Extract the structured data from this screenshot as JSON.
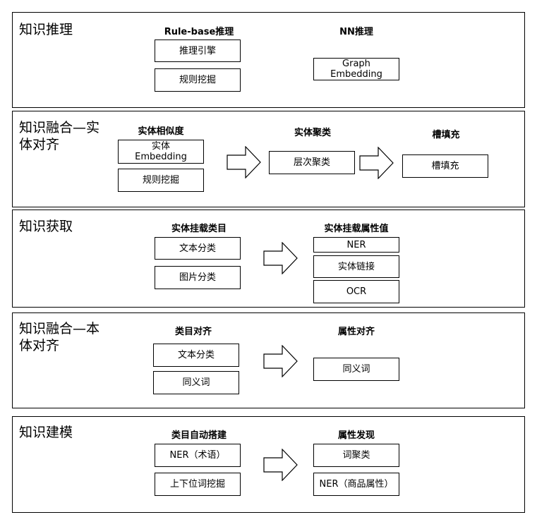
{
  "sections": [
    {
      "title": "知识推理",
      "columns": [
        {
          "heading": "Rule-base推理",
          "boxes": [
            "推理引擎",
            "规则挖掘"
          ]
        },
        {
          "heading": "NN推理",
          "boxes": [
            "Graph\nEmbedding"
          ]
        }
      ]
    },
    {
      "title": "知识融合—实\n体对齐",
      "columns": [
        {
          "heading": "实体相似度",
          "boxes": [
            "实体\nEmbedding",
            "规则挖掘"
          ]
        },
        {
          "heading": "实体聚类",
          "boxes": [
            "层次聚类"
          ]
        },
        {
          "heading": "槽填充",
          "boxes": [
            "槽填充"
          ]
        }
      ]
    },
    {
      "title": "知识获取",
      "columns": [
        {
          "heading": "实体挂载类目",
          "boxes": [
            "文本分类",
            "图片分类"
          ]
        },
        {
          "heading": "实体挂载属性值",
          "boxes": [
            "NER",
            "实体链接",
            "OCR"
          ]
        }
      ]
    },
    {
      "title": "知识融合—本\n体对齐",
      "columns": [
        {
          "heading": "类目对齐",
          "boxes": [
            "文本分类",
            "同义词"
          ]
        },
        {
          "heading": "属性对齐",
          "boxes": [
            "同义词"
          ]
        }
      ]
    },
    {
      "title": "知识建模",
      "columns": [
        {
          "heading": "类目自动搭建",
          "boxes": [
            "NER（术语）",
            "上下位词挖掘"
          ]
        },
        {
          "heading": "属性发现",
          "boxes": [
            "词聚类",
            "NER（商品属性）"
          ]
        }
      ]
    }
  ]
}
